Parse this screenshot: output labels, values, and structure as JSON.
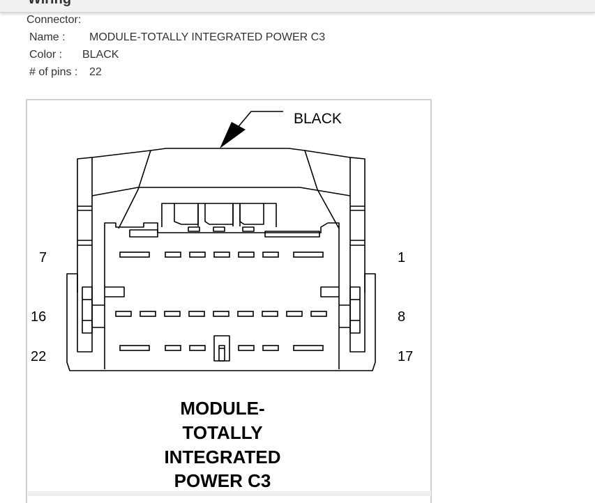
{
  "header": {
    "title": "Wiring"
  },
  "connector": {
    "heading": "Connector:",
    "name_label": "Name :",
    "name_value": "MODULE-TOTALLY INTEGRATED POWER C3",
    "color_label": "Color :",
    "color_value": "BLACK",
    "pins_label": "# of pins :",
    "pins_value": "22"
  },
  "diagram": {
    "color_callout": "BLACK",
    "pin_labels": {
      "top_left": "7",
      "top_right": "1",
      "mid_left": "16",
      "mid_right": "8",
      "bottom_left": "22",
      "bottom_right": "17"
    },
    "title_lines": [
      "MODULE-",
      "TOTALLY",
      "INTEGRATED",
      "POWER C3"
    ]
  },
  "colors": {
    "line": "#000000",
    "frame_border": "#d0d0d0",
    "header_bg": "#f1f1f1"
  }
}
